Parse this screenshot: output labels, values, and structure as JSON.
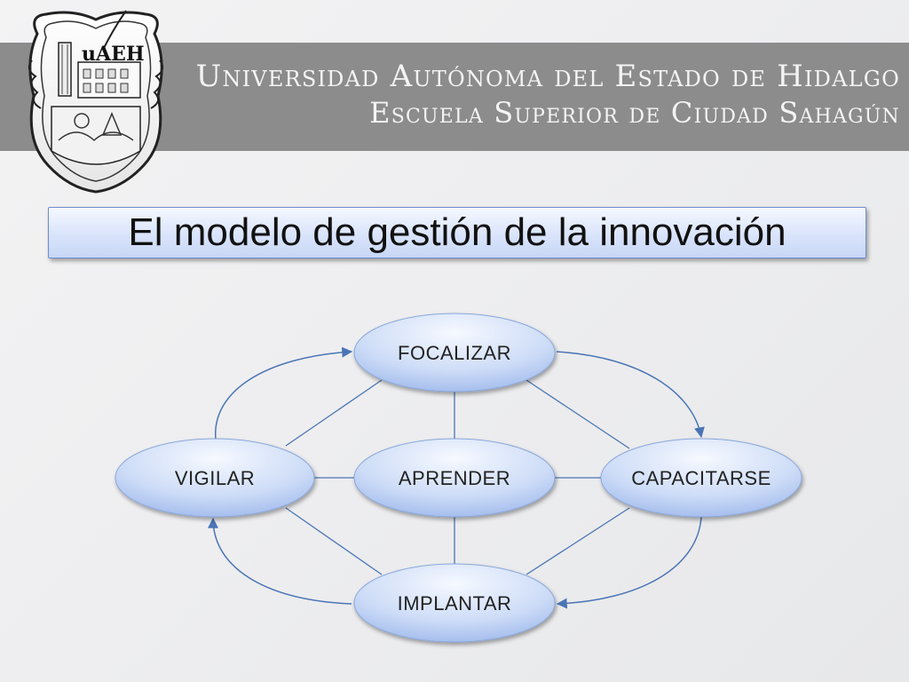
{
  "header": {
    "university": "Universidad Autónoma del Estado de Hidalgo",
    "school": "Escuela Superior de Ciudad Sahagún",
    "logo_text": "uAEH"
  },
  "title": "El modelo de gestión de la innovación",
  "diagram": {
    "nodes": {
      "focalizar": "FOCALIZAR",
      "vigilar": "VIGILAR",
      "aprender": "APRENDER",
      "capacitarse": "CAPACITARSE",
      "implantar": "IMPLANTAR"
    }
  },
  "colors": {
    "header_band": "#8c8c8c",
    "node_fill_top": "#f4f7ff",
    "node_fill_bottom": "#a9c1ef",
    "connector": "#4a75b5",
    "title_border": "#6f8ccf"
  }
}
